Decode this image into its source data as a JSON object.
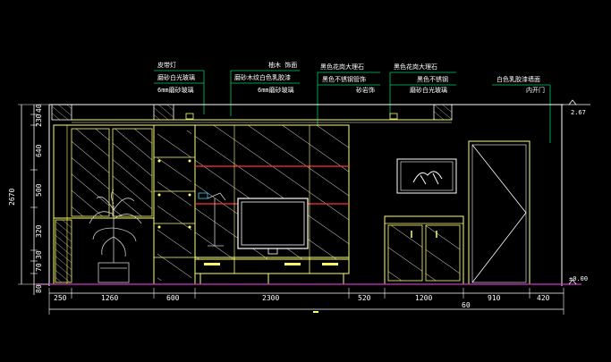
{
  "window": {
    "background": "#000000"
  },
  "colors": {
    "dim": "#ffffff",
    "outline": "#ffff66",
    "hatch": "#cccccc",
    "leader": "#00cc66",
    "floor": "#cc33cc",
    "accent_red": "#ff3333",
    "cyan": "#33ccff",
    "plant": "#cccccc"
  },
  "callouts": {
    "c1": {
      "line1": "皮带灯",
      "line2": "磨砂白光玻璃",
      "line3": "6mm磨砂玻璃"
    },
    "c2": {
      "line1": "柚木 饰面",
      "line2": "磨砂木纹白色乳胶漆",
      "line3": "6mm磨砂玻璃"
    },
    "c3": {
      "line1": "黑色花岗大理石",
      "line2": "黑色不锈钢管饰",
      "line3": "砂岩饰"
    },
    "c4": {
      "line1": "黑色花岗大理石",
      "line2": "黑色不锈钢",
      "line3": "磨砂白光玻璃"
    },
    "c5": {
      "line1": "白色乳胶漆墙面",
      "line2": "内开门"
    }
  },
  "left_dims": {
    "total": "2670",
    "d1": "40",
    "d2": "230",
    "d3": "640",
    "d4": "500",
    "d5": "320",
    "d6": "30",
    "d7": "70",
    "d8": "80"
  },
  "right_dims": {
    "ceiling_level": "2.67",
    "floor_level": "±0.00"
  },
  "bottom_dims": {
    "s1": "250",
    "s2": "1260",
    "s3": "600",
    "s4": "2300",
    "s5": "520",
    "s6": "1200",
    "s7": "910",
    "s8": "420",
    "total": "60"
  }
}
